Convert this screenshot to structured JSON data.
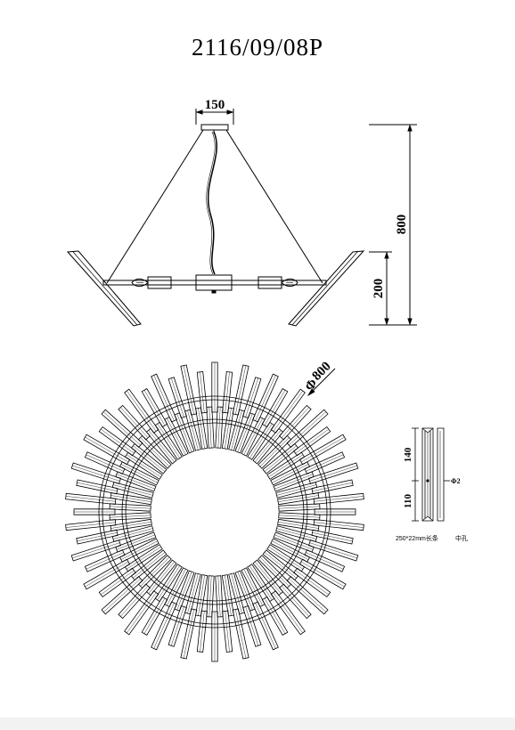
{
  "title": "2116/09/08P",
  "side_view": {
    "canopy_width": "150",
    "total_height": "800",
    "body_height": "200"
  },
  "top_view": {
    "diameter": "800",
    "diameter_symbol": "Φ"
  },
  "crystal_detail": {
    "upper_length": "140",
    "lower_length": "110",
    "hole_diameter": "Φ2",
    "spec_label": "250*22mm长条",
    "hole_label": "中孔"
  },
  "colors": {
    "line": "#000000",
    "background": "#ffffff"
  }
}
